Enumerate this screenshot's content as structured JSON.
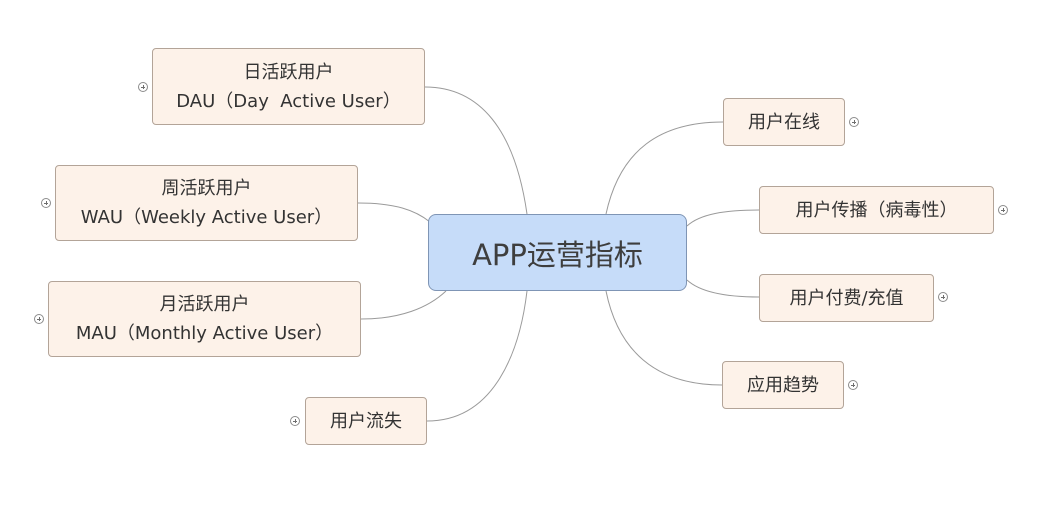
{
  "central_topic": {
    "label": "APP运营指标"
  },
  "left_topics": [
    {
      "title": "日活跃用户",
      "subtitle": "DAU（Day  Active User）",
      "collapsed": true
    },
    {
      "title": "周活跃用户",
      "subtitle": "WAU（Weekly Active User）",
      "collapsed": true
    },
    {
      "title": "月活跃用户",
      "subtitle": "MAU（Monthly Active User）",
      "collapsed": true
    },
    {
      "title": "用户流失",
      "collapsed": true
    }
  ],
  "right_topics": [
    {
      "title": "用户在线",
      "collapsed": true
    },
    {
      "title": "用户传播（病毒性）",
      "collapsed": true
    },
    {
      "title": "用户付费/充值",
      "collapsed": true
    },
    {
      "title": "应用趋势",
      "collapsed": true
    }
  ],
  "colors": {
    "central_fill": "#c6dcf9",
    "central_border": "#7f95b5",
    "topic_fill": "#fdf2e9",
    "topic_border": "#b3a498",
    "connector": "#9a9a9a"
  }
}
